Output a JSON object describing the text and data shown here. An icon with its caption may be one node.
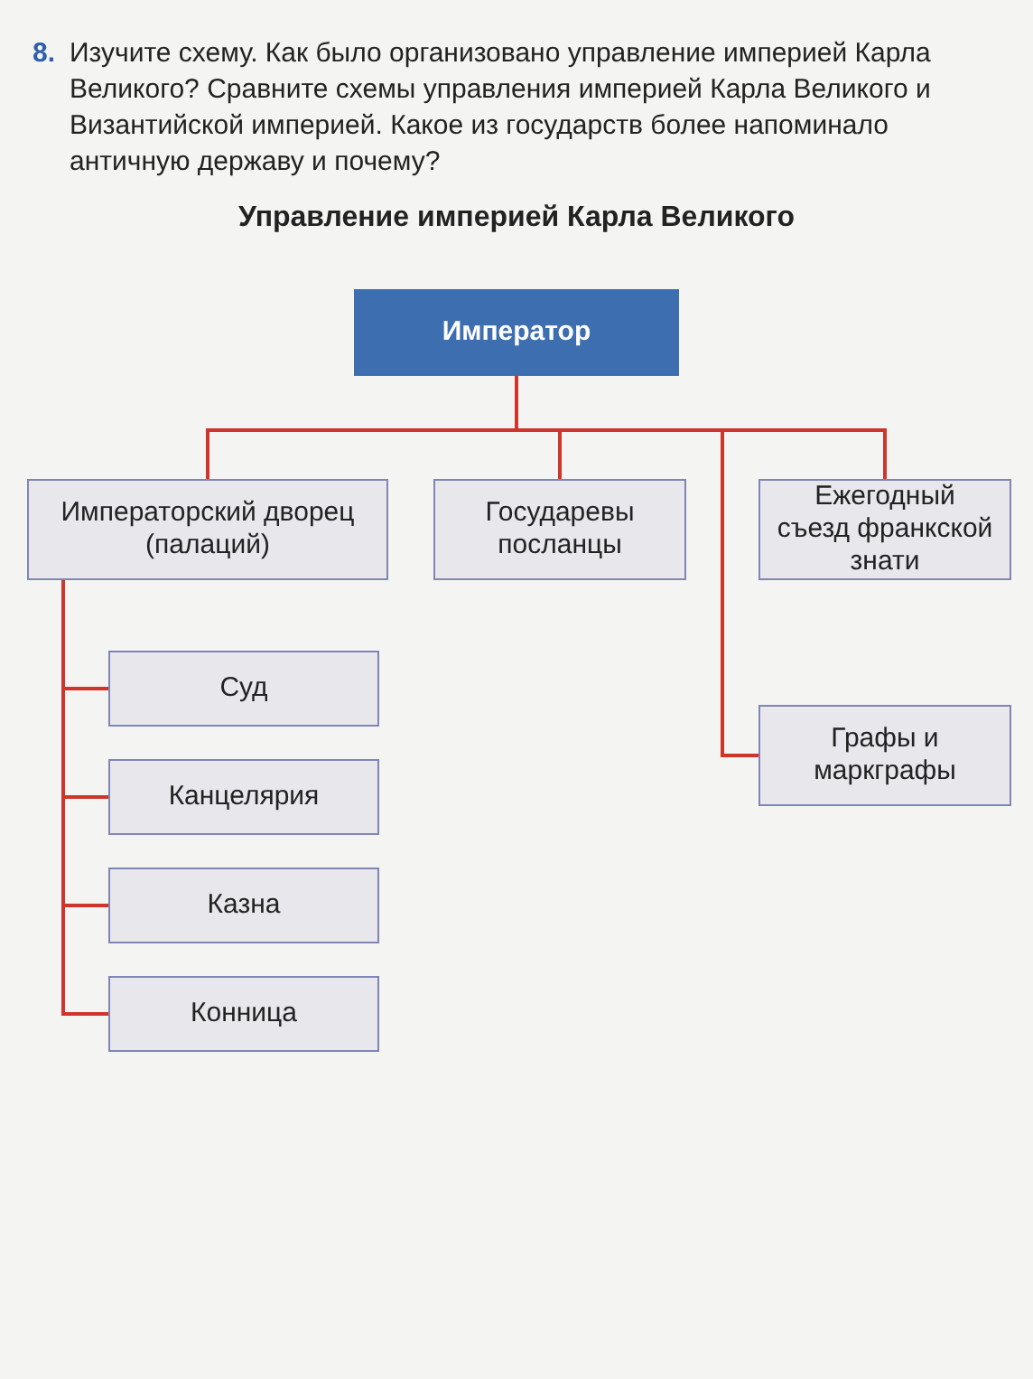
{
  "diagram": {
    "title": "Управление империей Карла Великого",
    "nodes": [
      {
        "text": [
          "Император"
        ]
      },
      {
        "text": [
          "Императорский дворец (палаций)"
        ]
      },
      {
        "text": [
          "Государевы посланцы"
        ]
      },
      {
        "text": [
          "Ежегодный съезд франкской знати"
        ]
      },
      {
        "text": [
          "Графы и маркграфы"
        ]
      },
      {
        "text": [
          "Суд"
        ]
      },
      {
        "text": [
          "Канцелярия"
        ]
      },
      {
        "text": [
          "Казна"
        ]
      },
      {
        "text": [
          "Конница"
        ]
      }
    ],
    "edges": [
      {
        "from": 0,
        "to": 1,
        "arrow": "none"
      },
      {
        "from": 0,
        "to": 2,
        "arrow": "none"
      },
      {
        "from": 0,
        "to": 3,
        "arrow": "none"
      },
      {
        "from": 0,
        "to": 4,
        "arrow": "none"
      },
      {
        "from": 1,
        "to": 5,
        "arrow": "none"
      },
      {
        "from": 1,
        "to": 6,
        "arrow": "none"
      },
      {
        "from": 1,
        "to": 7,
        "arrow": "none"
      },
      {
        "from": 1,
        "to": 8,
        "arrow": "none"
      }
    ],
    "labels": [
      "8.",
      "Изучите схему. Как было организовано управление империей Карла Великого? Сравните схемы управления империей Карла Великого и Византийской империей. Какое из государств более напоминало античную державу и почему?"
    ]
  }
}
